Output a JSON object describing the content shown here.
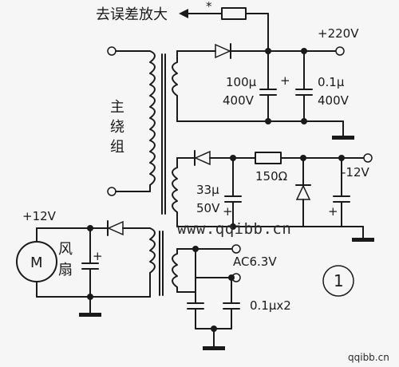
{
  "labels": {
    "error_amp": "去误差放大",
    "star": "*",
    "v_220": "+220V",
    "c1_value": "100μ",
    "c1_voltage": "400V",
    "c1_plus": "+",
    "c2_value": "0.1μ",
    "c2_voltage": "400V",
    "primary_char_1": "主",
    "primary_char_2": "绕",
    "primary_char_3": "组",
    "r_150": "150Ω",
    "v_minus_12": "-12V",
    "c3_value": "33μ",
    "c3_voltage": "50V",
    "c3_plus": "+",
    "c4_plus": "+",
    "v_plus_12": "+12V",
    "motor": "M",
    "fan_char_1": "风",
    "fan_char_2": "扇",
    "c5_plus": "+",
    "ac_63": "AC6.3V",
    "cap_pair": "0.1μx2",
    "figure_number": "1",
    "watermark": "www.qqibb.cn",
    "corner_watermark": "qqibb.cn"
  }
}
